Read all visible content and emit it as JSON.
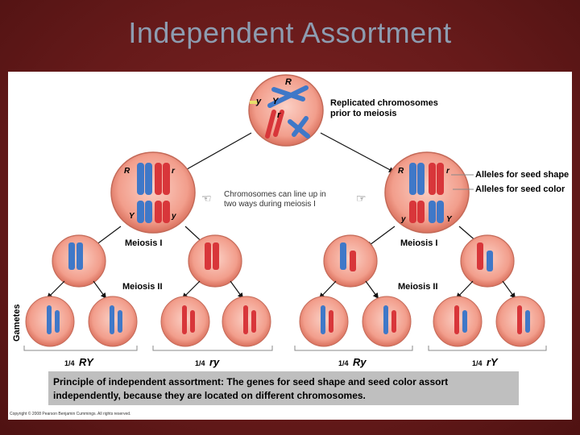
{
  "slide": {
    "title": "Independent Assortment",
    "colors": {
      "background": "#6e1d1d",
      "title": "#8d9cb0"
    }
  },
  "diagram": {
    "top_cell_label": [
      "Replicated chromosomes",
      "prior to meiosis"
    ],
    "alleles": {
      "R": "R",
      "r": "r",
      "Y": "Y",
      "y": "y"
    },
    "center_note": [
      "Chromosomes can line up in",
      "two ways during meiosis I"
    ],
    "legend": {
      "shape": "Alleles for seed shape",
      "color": "Alleles for seed color"
    },
    "stage_labels": {
      "meiosis1": "Meiosis I",
      "meiosis2": "Meiosis II"
    },
    "gametes_label": "Gametes",
    "gamete_fraction": "1/4",
    "gamete_types": [
      "RY",
      "ry",
      "Ry",
      "rY"
    ],
    "principle_bold": "Principle of independent assortment:",
    "principle_text": " The genes for seed shape and seed color assort",
    "principle_line2": "independently, because they are located on different chromosomes.",
    "copyright": "Copyright © 2008 Pearson Benjamin Cummings. All rights reserved.",
    "colors": {
      "blue": "#3f78c8",
      "red": "#d8363a",
      "cell": "#f3a494",
      "box": "#bfbfbf"
    }
  }
}
